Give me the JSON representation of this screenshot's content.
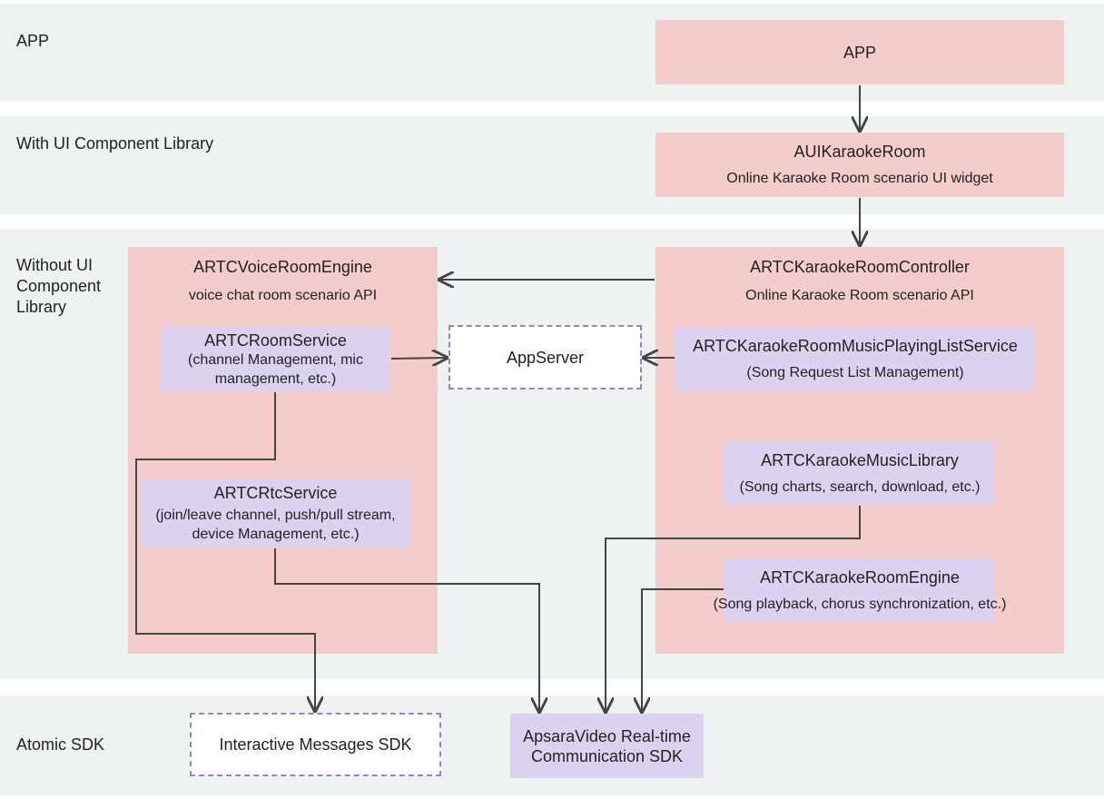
{
  "layers": {
    "app": "APP",
    "with_ui": "With UI Component Library",
    "without_ui": "Without UI Component Library",
    "atomic": "Atomic SDK"
  },
  "boxes": {
    "app": {
      "title": "APP"
    },
    "aui_karaoke_room": {
      "title": "AUIKaraokeRoom",
      "sub": "Online Karaoke Room scenario UI widget"
    },
    "voice_room_engine": {
      "title": "ARTCVoiceRoomEngine",
      "sub": "voice chat room scenario API"
    },
    "room_service": {
      "title": "ARTCRoomService",
      "sub": "(channel Management, mic management, etc.)"
    },
    "rtc_service": {
      "title": "ARTCRtcService",
      "sub": "(join/leave channel, push/pull stream, device Management, etc.)"
    },
    "app_server": {
      "title": "AppServer"
    },
    "karaoke_room_controller": {
      "title": "ARTCKaraokeRoomController",
      "sub": "Online Karaoke Room scenario API"
    },
    "playing_list_service": {
      "title": "ARTCKaraokeRoomMusicPlayingListService",
      "sub": "(Song Request List Management)"
    },
    "music_library": {
      "title": "ARTCKaraokeMusicLibrary",
      "sub": "(Song charts, search, download, etc.)"
    },
    "karaoke_room_engine": {
      "title": "ARTCKaraokeRoomEngine",
      "sub": "(Song playback, chorus synchronization, etc.)"
    },
    "interactive_messages_sdk": {
      "title": "Interactive Messages SDK"
    },
    "apsara_rtc_sdk": {
      "title": "ApsaraVideo Real-time Communication SDK"
    }
  },
  "colors": {
    "band": "#eff2f2",
    "component_box": "#f4cccc",
    "service_box": "#dcd2f0",
    "dashed_border": "#9b7fc7",
    "connector": "#444444"
  }
}
